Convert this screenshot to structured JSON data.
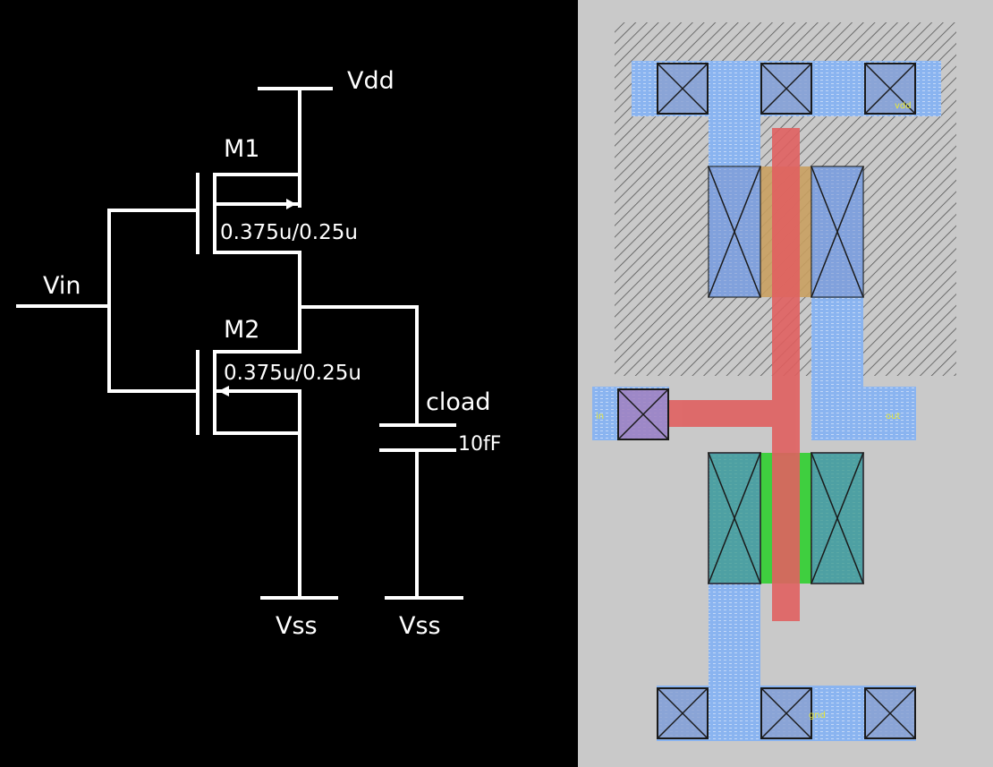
{
  "schematic": {
    "supply_top": "Vdd",
    "input": "Vin",
    "pmos_name": "M1",
    "pmos_size": "0.375u/0.25u",
    "nmos_name": "M2",
    "nmos_size": "0.375u/0.25u",
    "cap_name": "cload",
    "cap_value": "10fF",
    "ground_left": "Vss",
    "ground_right": "Vss"
  },
  "layout": {
    "pin_vdd": "vdd",
    "pin_in": "in",
    "pin_out": "out",
    "pin_gnd": "gnd",
    "colors": {
      "background": "#c9c9c9",
      "nwell_hatch": "#555555",
      "metal1": "#8ab4f0",
      "poly": "#e06060",
      "pdiff": "#c9a060",
      "ndiff": "#3fcf3f",
      "contact_fill": "#8aa0d0",
      "label": "#e8e838"
    }
  }
}
